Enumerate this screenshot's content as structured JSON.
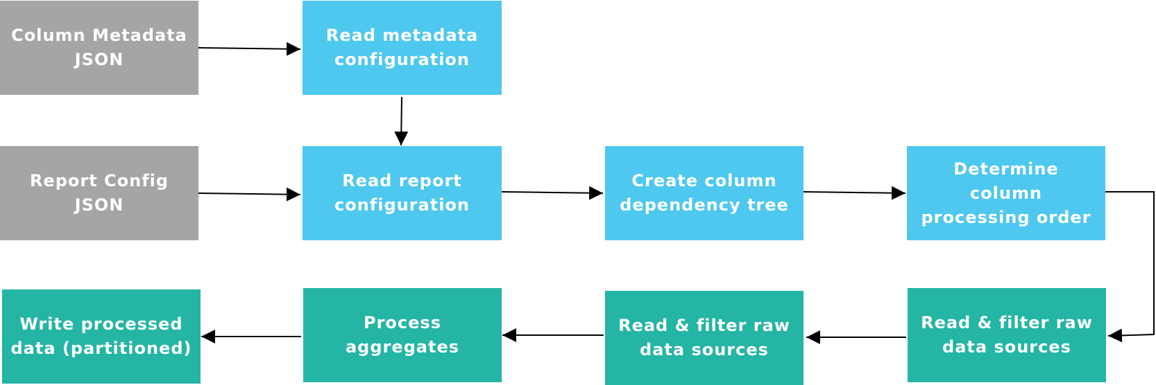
{
  "colors": {
    "input": "#a5a5a5",
    "config_step": "#4ec8ee",
    "data_step": "#24b5a4",
    "edge": "#000000"
  },
  "nodes": {
    "column_metadata": {
      "line1": "Column Metadata",
      "line2": "JSON"
    },
    "report_config": {
      "line1": "Report Config",
      "line2": "JSON"
    },
    "read_metadata": {
      "line1": "Read metadata",
      "line2": "configuration"
    },
    "read_report": {
      "line1": "Read report",
      "line2": "configuration"
    },
    "dependency_tree": {
      "line1": "Create column",
      "line2": "dependency tree"
    },
    "processing_order": {
      "line1": "Determine",
      "line2": "column",
      "line3": "processing order"
    },
    "read_filter_1": {
      "line1": "Read & filter raw",
      "line2": "data sources"
    },
    "read_filter_2": {
      "line1": "Read & filter raw",
      "line2": "data sources"
    },
    "aggregates": {
      "line1": "Process",
      "line2": "aggregates"
    },
    "write_output": {
      "line1": "Write processed",
      "line2": "data (partitioned)"
    }
  },
  "edges": [
    {
      "from": "column_metadata",
      "to": "read_metadata"
    },
    {
      "from": "read_metadata",
      "to": "read_report"
    },
    {
      "from": "report_config",
      "to": "read_report"
    },
    {
      "from": "read_report",
      "to": "dependency_tree"
    },
    {
      "from": "dependency_tree",
      "to": "processing_order"
    },
    {
      "from": "processing_order",
      "to": "read_filter_1"
    },
    {
      "from": "read_filter_1",
      "to": "read_filter_2"
    },
    {
      "from": "read_filter_2",
      "to": "aggregates"
    },
    {
      "from": "aggregates",
      "to": "write_output"
    }
  ]
}
